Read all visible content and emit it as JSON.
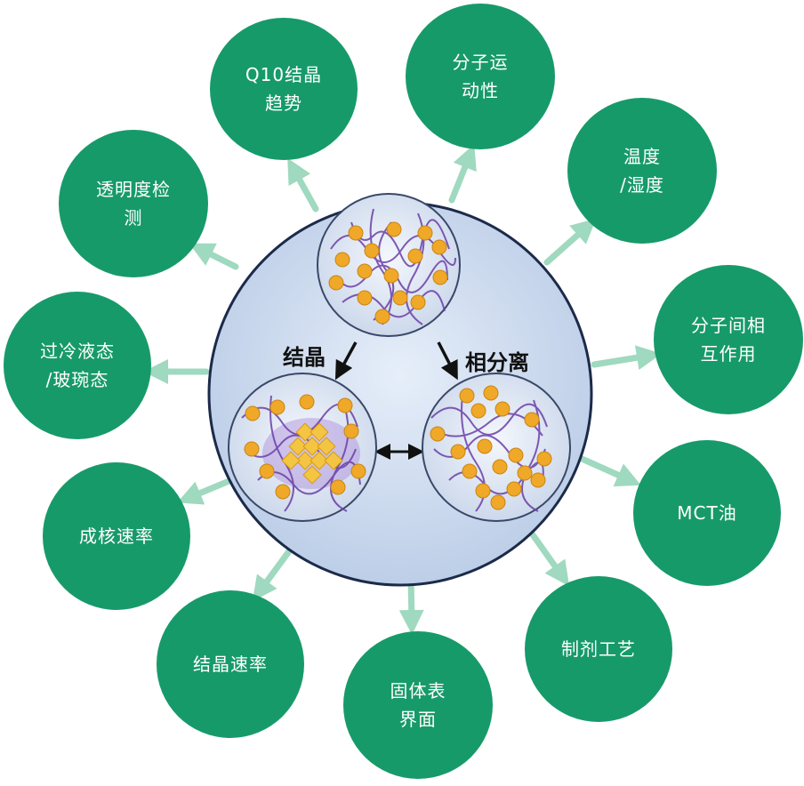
{
  "center": {
    "label_left": "结晶",
    "label_right": "相分离"
  },
  "nodes": [
    {
      "id": "q10",
      "text": "Q10结晶\n趋势"
    },
    {
      "id": "mobility",
      "text": "分子运\n动性"
    },
    {
      "id": "temp",
      "text": "温度\n/湿度"
    },
    {
      "id": "interaction",
      "text": "分子间相\n互作用"
    },
    {
      "id": "mct",
      "text": "MCT油"
    },
    {
      "id": "process",
      "text": "制剂工艺"
    },
    {
      "id": "interface",
      "text": "固体表\n界面"
    },
    {
      "id": "cryst_rate",
      "text": "结晶速率"
    },
    {
      "id": "nucleation",
      "text": "成核速率"
    },
    {
      "id": "supercooled",
      "text": "过冷液态\n/玻琬态"
    },
    {
      "id": "transparency",
      "text": "透明度检\n测"
    }
  ],
  "colors": {
    "node_green": "#179a6a",
    "arrow_green": "#9fd9bf",
    "center_fill": "#cfdbee",
    "center_stroke": "#1c2a4a",
    "orange": "#f0a829",
    "purple": "#6b3fa8"
  }
}
